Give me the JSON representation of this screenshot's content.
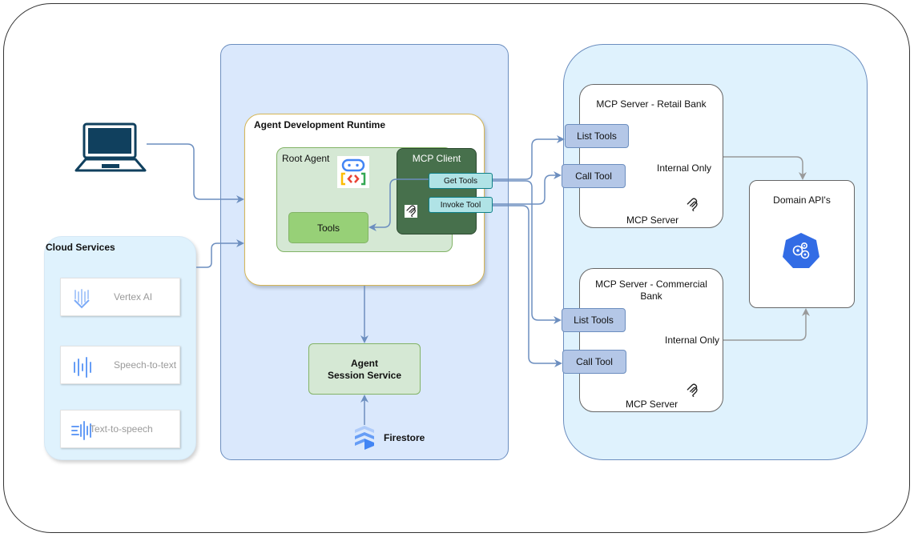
{
  "cloud_services": {
    "title": "Cloud Services",
    "items": [
      {
        "label": "Vertex AI",
        "icon": "vertex-ai-icon"
      },
      {
        "label": "Speech-to-text",
        "icon": "speech-to-text-icon"
      },
      {
        "label": "Text-to-speech",
        "icon": "text-to-speech-icon"
      }
    ]
  },
  "runtime": {
    "title": "Agent Development Runtime",
    "root_agent_label": "Root Agent",
    "tools_label": "Tools",
    "mcp_client_label": "MCP Client",
    "get_tools_label": "Get Tools",
    "invoke_tool_label": "Invoke Tool"
  },
  "session": {
    "line1": "Agent",
    "line2": "Session Service",
    "firestore_label": "Firestore"
  },
  "retail": {
    "title": "MCP Server - Retail Bank",
    "list_tools": "List Tools",
    "call_tool": "Call Tool",
    "internal": "Internal Only",
    "server_label": "MCP Server"
  },
  "commercial": {
    "title_line1": "MCP Server - Commercial",
    "title_line2": "Bank",
    "list_tools": "List Tools",
    "call_tool": "Call Tool",
    "internal": "Internal Only",
    "server_label": "MCP Server"
  },
  "domain": {
    "label": "Domain API's",
    "icon": "kubernetes-icon"
  },
  "colors": {
    "connector": "#6c8ebf",
    "connector_gray": "#999999",
    "runtime_fill": "#dae8fc",
    "mcp_region_fill": "#dff2fd",
    "green_fill": "#d5e8d4",
    "mcp_client_fill": "#47704c",
    "tool_button_fill": "#b4c7e7",
    "adr_border": "#d6b656"
  }
}
